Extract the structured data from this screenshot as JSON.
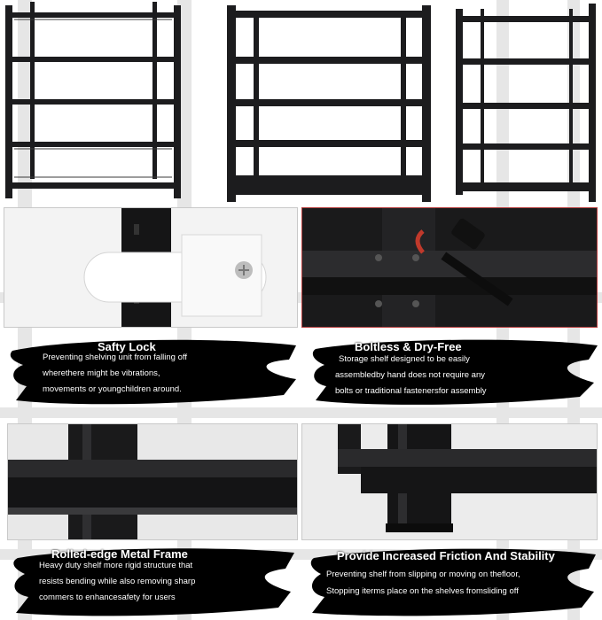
{
  "captions": {
    "lock": {
      "title": "Safty Lock",
      "lines": [
        "Preventing shelving unit from falling off",
        "wherethere might be vibrations,",
        "movements or youngchildren around."
      ]
    },
    "boltless": {
      "title": "Boltless & Dry-Free",
      "lines": [
        "Storage shelf designed to be easily",
        "assembledby hand does not require any",
        "bolts or traditional fastenersfor assembly"
      ]
    },
    "rolled": {
      "title": "Rolled-edge Metal Frame",
      "lines": [
        "Heavy duty shelf more rigid structure that",
        "resists bending while also removing sharp",
        "commers to enhancesafety for users"
      ]
    },
    "friction": {
      "title": "Provide Increased Friction And Stability",
      "lines": [
        "Preventing shelf from slipping or moving on thefloor,",
        "Stopping iterms place on the shelves fromsliding off"
      ]
    }
  },
  "colors": {
    "steel": "#1c1c1e",
    "brush": "#000000",
    "text": "#ffffff",
    "accent": "#c0392b"
  },
  "icons": [
    "shelf-unit",
    "safety-lock-clip",
    "rubber-mallet",
    "frame-edge",
    "foot-pad"
  ]
}
